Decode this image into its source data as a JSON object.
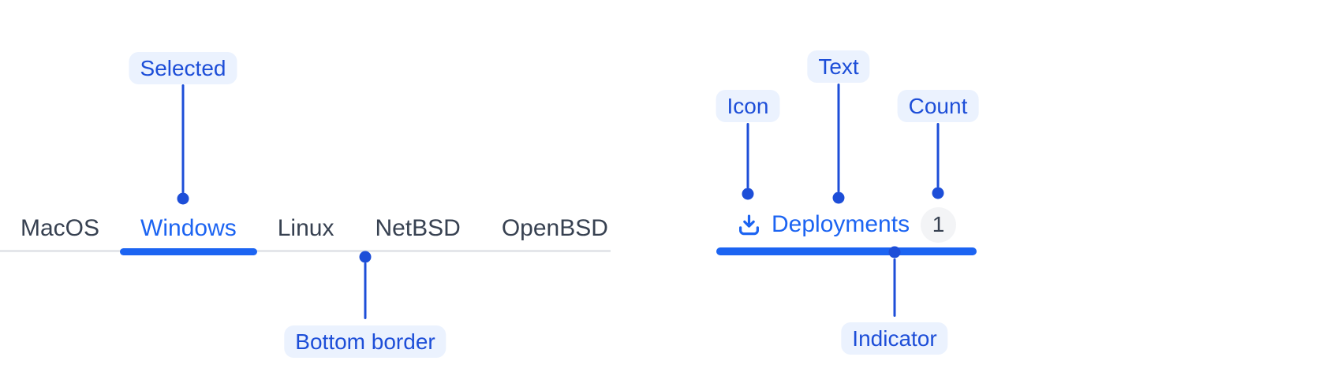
{
  "colors": {
    "component_blue": "#1C64F2",
    "annotation_blue": "#1D4ED8",
    "callout_bg": "#EBF2FE",
    "inactive_tab_text": "#374151",
    "tab_border_gray": "#E4E6EA",
    "badge_bg": "#F3F4F6",
    "badge_text": "#374151"
  },
  "left_demo": {
    "tabs": [
      {
        "label": "MacOS",
        "selected": false
      },
      {
        "label": "Windows",
        "selected": true
      },
      {
        "label": "Linux",
        "selected": false
      },
      {
        "label": "NetBSD",
        "selected": false
      },
      {
        "label": "OpenBSD",
        "selected": false
      }
    ],
    "annotations": {
      "selected": "Selected",
      "bottom_border": "Bottom border"
    }
  },
  "right_demo": {
    "tab": {
      "icon": "download-icon",
      "label": "Deployments",
      "count": "1"
    },
    "annotations": {
      "icon": "Icon",
      "text": "Text",
      "count": "Count",
      "indicator": "Indicator"
    }
  }
}
